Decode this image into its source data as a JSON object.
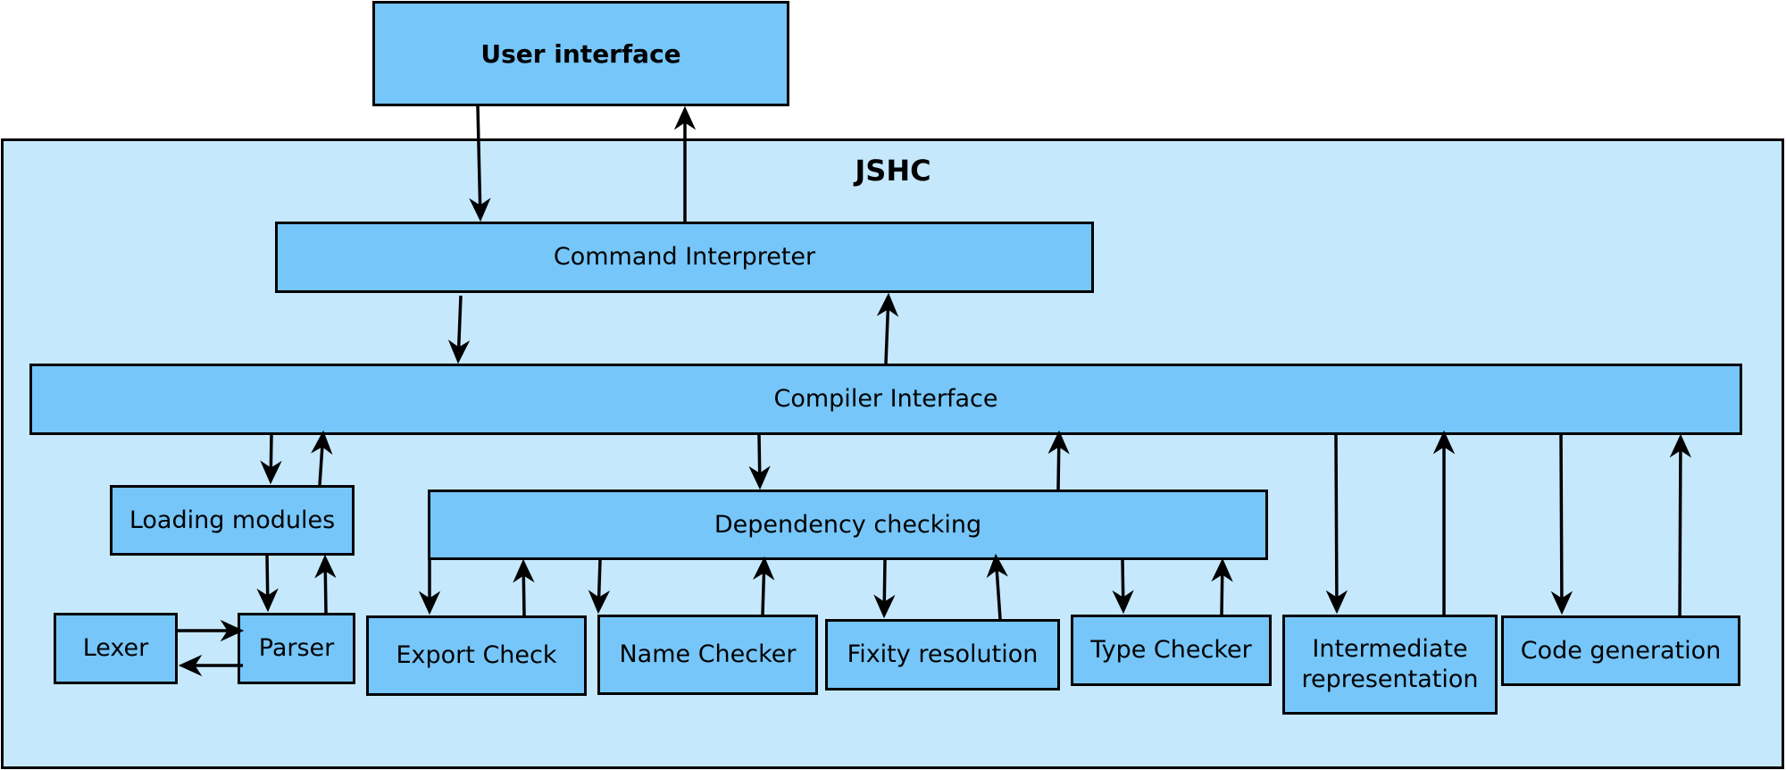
{
  "diagram": {
    "container": {
      "title": "JSHC"
    },
    "nodes": {
      "user_interface": "User interface",
      "command_interpreter": "Command Interpreter",
      "compiler_interface": "Compiler Interface",
      "loading_modules": "Loading modules",
      "dependency_checking": "Dependency checking",
      "lexer": "Lexer",
      "parser": "Parser",
      "export_check": "Export Check",
      "name_checker": "Name Checker",
      "fixity_resolution": "Fixity resolution",
      "type_checker": "Type Checker",
      "intermediate_representation": "Intermediate\nrepresentation",
      "code_generation": "Code generation"
    },
    "colors": {
      "node_fill": "#76c6f9",
      "container_fill": "#c6e8fd",
      "stroke": "#000000"
    }
  }
}
